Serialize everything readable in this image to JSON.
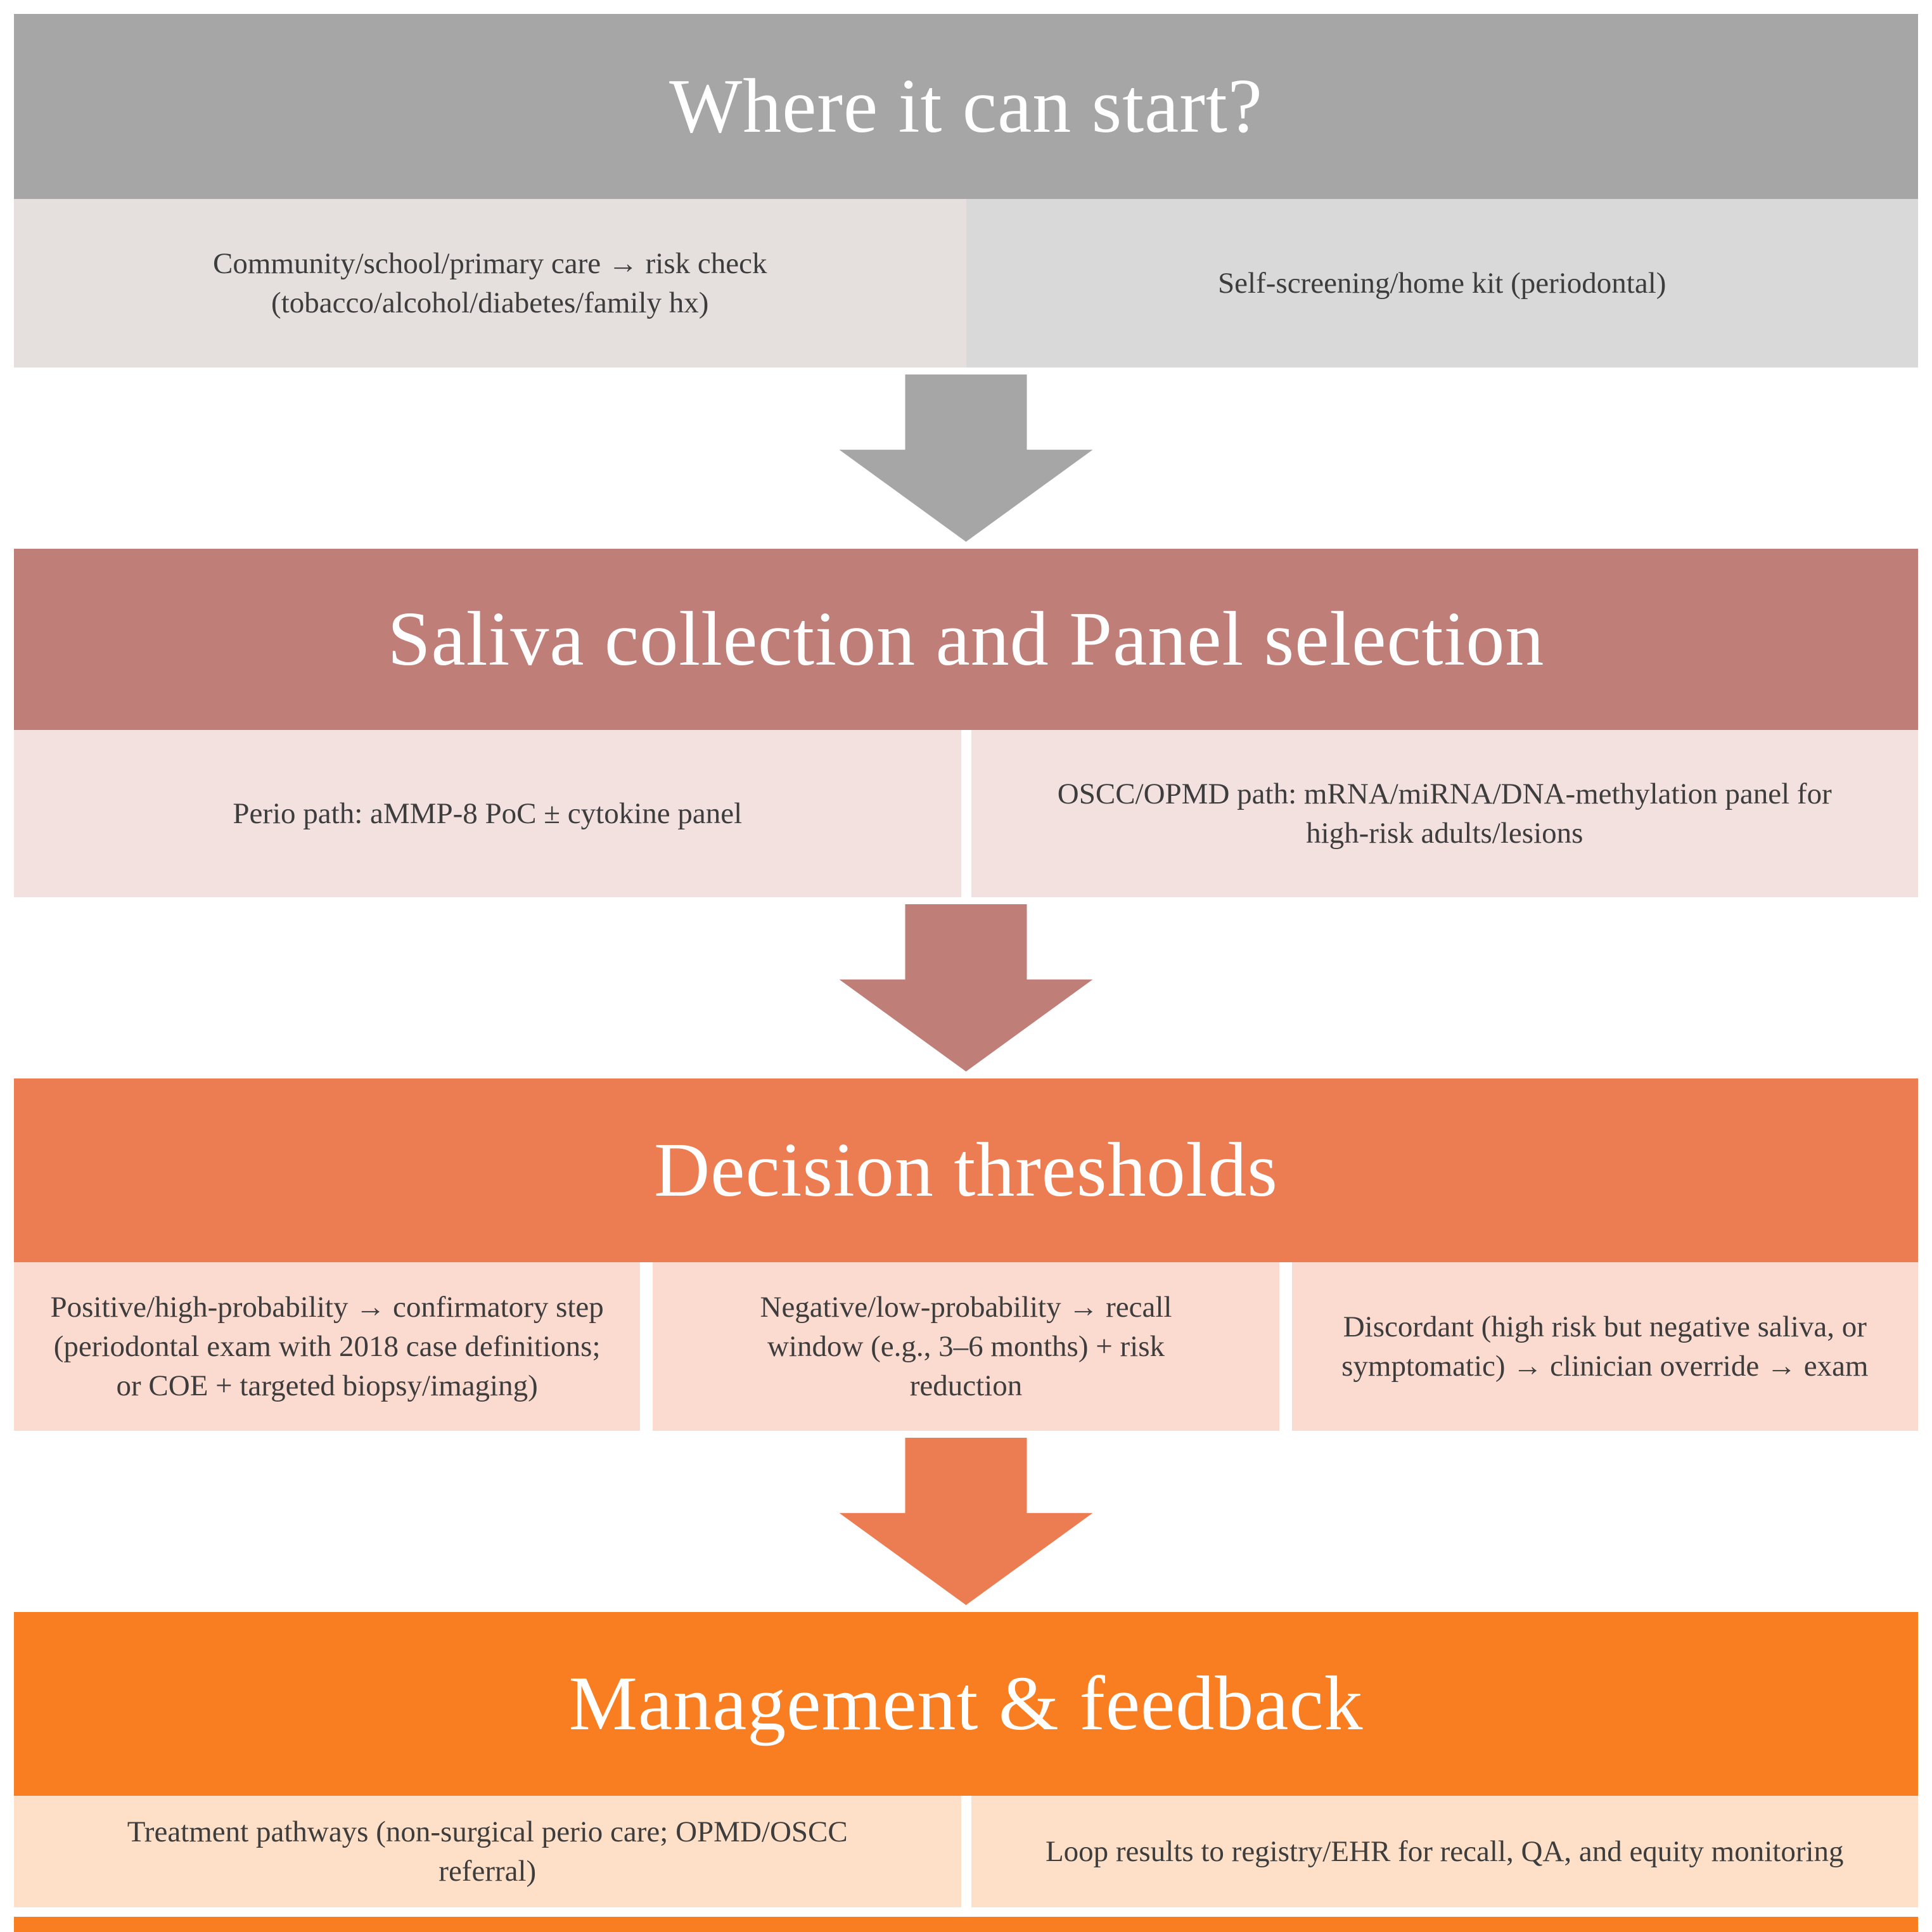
{
  "colors": {
    "stage1_header_bg": "#a6a6a6",
    "stage1_box_left_bg": "#e5dfde",
    "stage1_box_right_bg": "#d9d9d9",
    "stage1_arrow": "#a6a6a6",
    "stage2_header_bg": "#bf7e78",
    "stage2_box_bg": "#f2e1df",
    "stage2_arrow": "#bf7e78",
    "stage3_header_bg": "#ec7d53",
    "stage3_box_bg": "#fbdacf",
    "stage3_arrow": "#ec7d53",
    "stage4_header_bg": "#f97d21",
    "stage4_box_bg": "#fee0c8",
    "bottom_strip": "#f97d21",
    "header_text": "#ffffff",
    "box_text": "#3d3d3d"
  },
  "stages": [
    {
      "title": "Where it can start?",
      "boxes": [
        {
          "text": "Community/school/primary care → risk check (tobacco/alcohol/diabetes/family hx)"
        },
        {
          "text": "Self-screening/home kit (periodontal)"
        }
      ]
    },
    {
      "title": "Saliva collection and Panel selection",
      "boxes": [
        {
          "text": "Perio path: aMMP-8 PoC ± cytokine panel"
        },
        {
          "text": "OSCC/OPMD path: mRNA/miRNA/DNA-methylation panel for high-risk adults/lesions"
        }
      ]
    },
    {
      "title": "Decision thresholds",
      "boxes": [
        {
          "text": "Positive/high-probability → confirmatory step (periodontal exam with 2018 case definitions; or COE + targeted biopsy/imaging)"
        },
        {
          "text": "Negative/low-probability → recall window (e.g., 3–6 months) + risk reduction"
        },
        {
          "text": "Discordant (high risk but negative saliva, or symptomatic) → clinician override → exam"
        }
      ]
    },
    {
      "title": "Management & feedback",
      "boxes": [
        {
          "text": "Treatment pathways (non-surgical perio care; OPMD/OSCC referral)"
        },
        {
          "text": "Loop results to registry/EHR for recall, QA, and equity monitoring"
        }
      ]
    }
  ]
}
